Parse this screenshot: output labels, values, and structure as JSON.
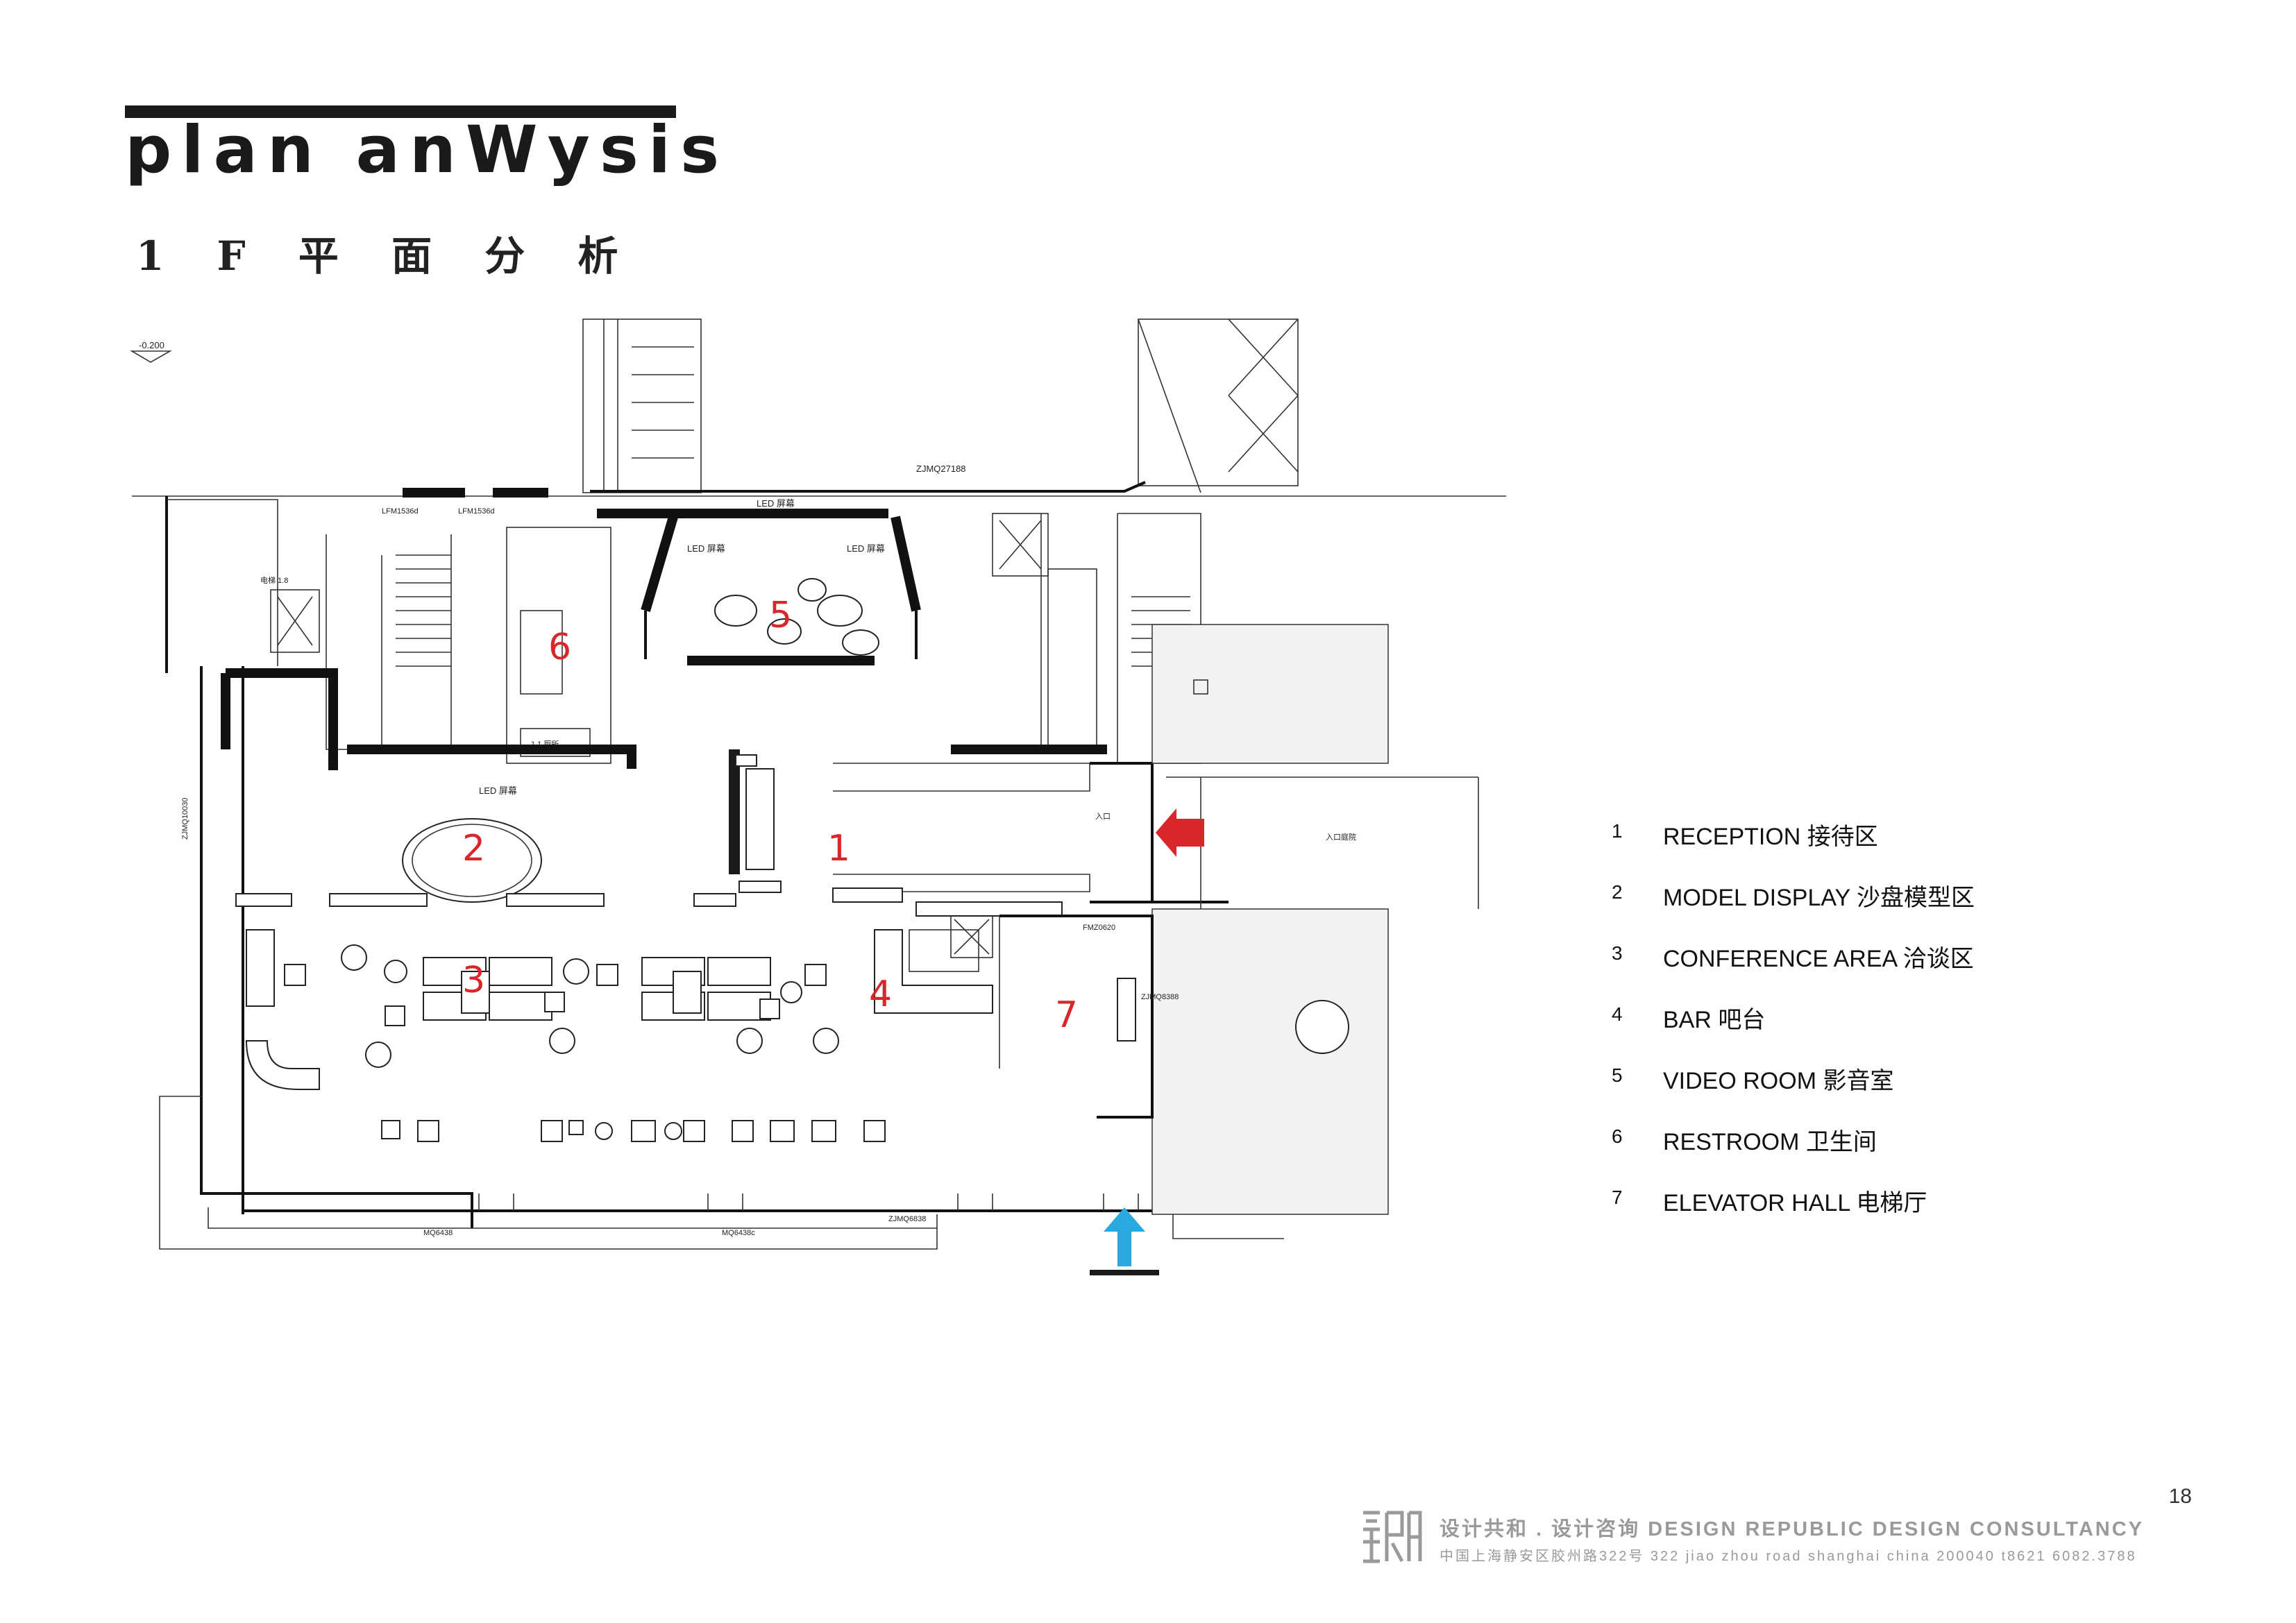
{
  "header": {
    "title": "plan anWysis",
    "subtitle": "1 F 平 面 分 析"
  },
  "plan": {
    "level_mark": "-0.200",
    "zone_numbers": [
      "1",
      "2",
      "3",
      "4",
      "5",
      "6",
      "7"
    ],
    "labels": {
      "top_wall": "ZJMQ27188",
      "led_screen_1": "LED 屏幕",
      "led_screen_2": "LED 屏幕",
      "led_screen_3": "LED 屏幕",
      "entrance": "入口",
      "entrance_right": "入口庭院",
      "lift_label": "电梯",
      "restroom_sign": "1 1 厕所",
      "wall_left": "ZJMQ10030",
      "wall_right": "ZJMQ8388",
      "door_1": "MQ6438",
      "door_2": "MQ6438c",
      "door_3": "ZJMQ6838",
      "door_4": "FMZ0620",
      "door_top_1": "LFM1536d",
      "door_top_2": "LFM1536d",
      "elevator_1": "电梯 1.8"
    },
    "arrows": {
      "main_entrance_color": "#d9262b",
      "side_entrance_color": "#2aa8e0"
    }
  },
  "legend": [
    {
      "num": "1",
      "label": "RECEPTION 接待区"
    },
    {
      "num": "2",
      "label": "MODEL DISPLAY 沙盘模型区"
    },
    {
      "num": "3",
      "label": "CONFERENCE AREA 洽谈区"
    },
    {
      "num": "4",
      "label": "BAR 吧台"
    },
    {
      "num": "5",
      "label": "VIDEO ROOM 影音室"
    },
    {
      "num": "6",
      "label": "RESTROOM 卫生间"
    },
    {
      "num": "7",
      "label": "ELEVATOR HALL 电梯厅"
    }
  ],
  "footer": {
    "page_number": "18",
    "company_line": "设计共和 . 设计咨询 DESIGN REPUBLIC DESIGN CONSULTANCY",
    "address_line": "中国上海静安区胶州路322号 322 jiao zhou road shanghai china 200040 t8621 6082.3788"
  }
}
